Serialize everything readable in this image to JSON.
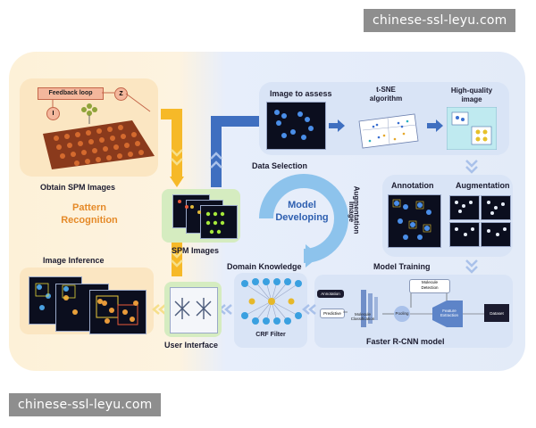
{
  "watermarks": {
    "top": "chinese-ssl-leyu.com",
    "bottom": "chinese-ssl-leyu.com"
  },
  "diagram": {
    "left": {
      "feedback_loop": "Feedback loop",
      "node_i": "I",
      "node_z": "Z",
      "obtain_label": "Obtain SPM Images",
      "pattern_line1": "Pattern",
      "pattern_line2": "Recognition",
      "inference_label": "Image Inference"
    },
    "center": {
      "spm_images": "SPM Images",
      "model_line1": "Model",
      "model_line2": "Developing",
      "image_aug_line1": "Image",
      "image_aug_line2": "Augmentation",
      "domain_knowledge": "Domain Knowledge",
      "user_interface": "User Interface"
    },
    "data_selection": {
      "image_to_assess": "Image to assess",
      "tsne_line1": "t-SNE",
      "tsne_line2": "algorithm",
      "hq_line1": "High-quality",
      "hq_line2": "image",
      "title": "Data Selection"
    },
    "model_training": {
      "annotation": "Annotation",
      "augmentation": "Augmentation",
      "title": "Model Training"
    },
    "faster_rcnn": {
      "annotation_box": "Annotation",
      "predictive": "Predictive",
      "molecule_classification": "Molecule Classification",
      "pooling": "Pooling",
      "molecule_detection_line1": "Molecule",
      "molecule_detection_line2": "Detection",
      "feature_line1": "Feature",
      "feature_line2": "Extraction",
      "dataset": "Dataset",
      "title": "Faster R-CNN model"
    },
    "crf": {
      "label": "CRF Filter"
    }
  },
  "colors": {
    "accent_orange": "#e58a28",
    "accent_blue": "#2e5fb0",
    "yellow_arrow": "#f6b928",
    "blue_arrow": "#3f6fc0"
  }
}
